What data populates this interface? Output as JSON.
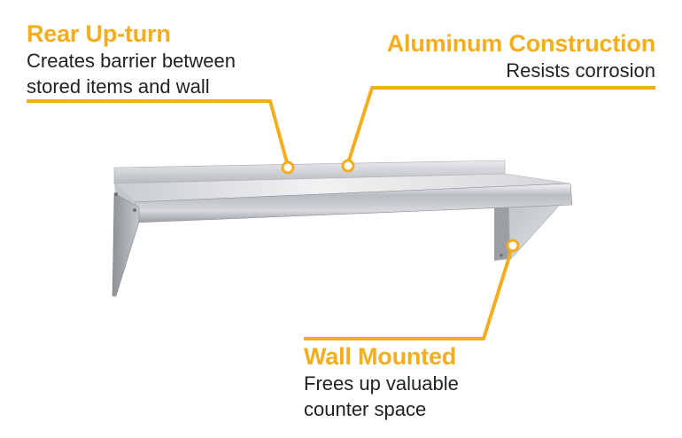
{
  "colors": {
    "accent": "#F5AD1E",
    "text": "#222222",
    "background": "#FFFFFF"
  },
  "callouts": {
    "rear_upturn": {
      "title": "Rear Up-turn",
      "line1": "Creates barrier between",
      "line2": "stored items and wall"
    },
    "aluminum": {
      "title": "Aluminum Construction",
      "line1": "Resists corrosion"
    },
    "wall_mounted": {
      "title": "Wall Mounted",
      "line1": "Frees up valuable",
      "line2": "counter space"
    }
  }
}
